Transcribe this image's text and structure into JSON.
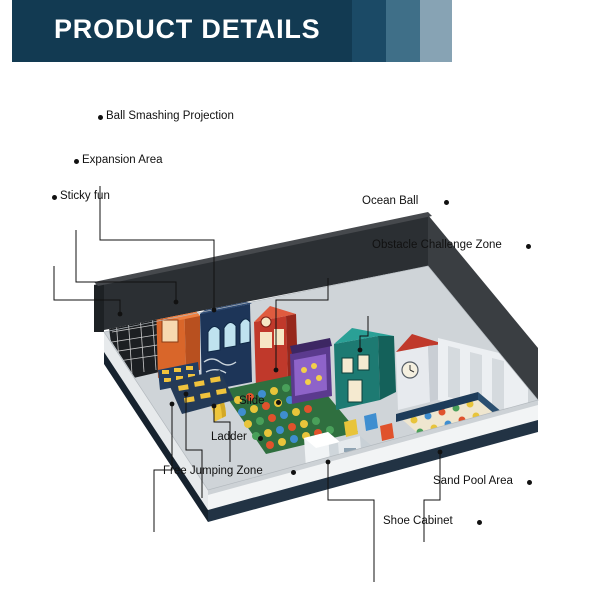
{
  "header": {
    "title": "PRODUCT DETAILS",
    "bar_color": "#123a52",
    "chevron_colors": [
      "#1b4a66",
      "#3f6f88",
      "#87a3b4"
    ]
  },
  "diagram": {
    "alt_name": "indoor-playground-isometric-photo",
    "labels": [
      {
        "id": "ball-smashing-projection",
        "text": "Ball Smashing Projection"
      },
      {
        "id": "expansion-area",
        "text": "Expansion Area"
      },
      {
        "id": "sticky-fun",
        "text": "Sticky fun"
      },
      {
        "id": "ocean-ball",
        "text": "Ocean Ball"
      },
      {
        "id": "obstacle-challenge-zone",
        "text": "Obstacle Challenge Zone"
      },
      {
        "id": "slide",
        "text": "Slide"
      },
      {
        "id": "ladder",
        "text": "Ladder"
      },
      {
        "id": "free-jumping-zone",
        "text": "Free Jumping Zone"
      },
      {
        "id": "sand-pool-area",
        "text": "Sand Pool Area"
      },
      {
        "id": "shoe-cabinet",
        "text": "Shoe Cabinet"
      }
    ]
  },
  "colors": {
    "accent": "#123a52",
    "leader_line": "#111111",
    "page_background": "#ffffff"
  }
}
